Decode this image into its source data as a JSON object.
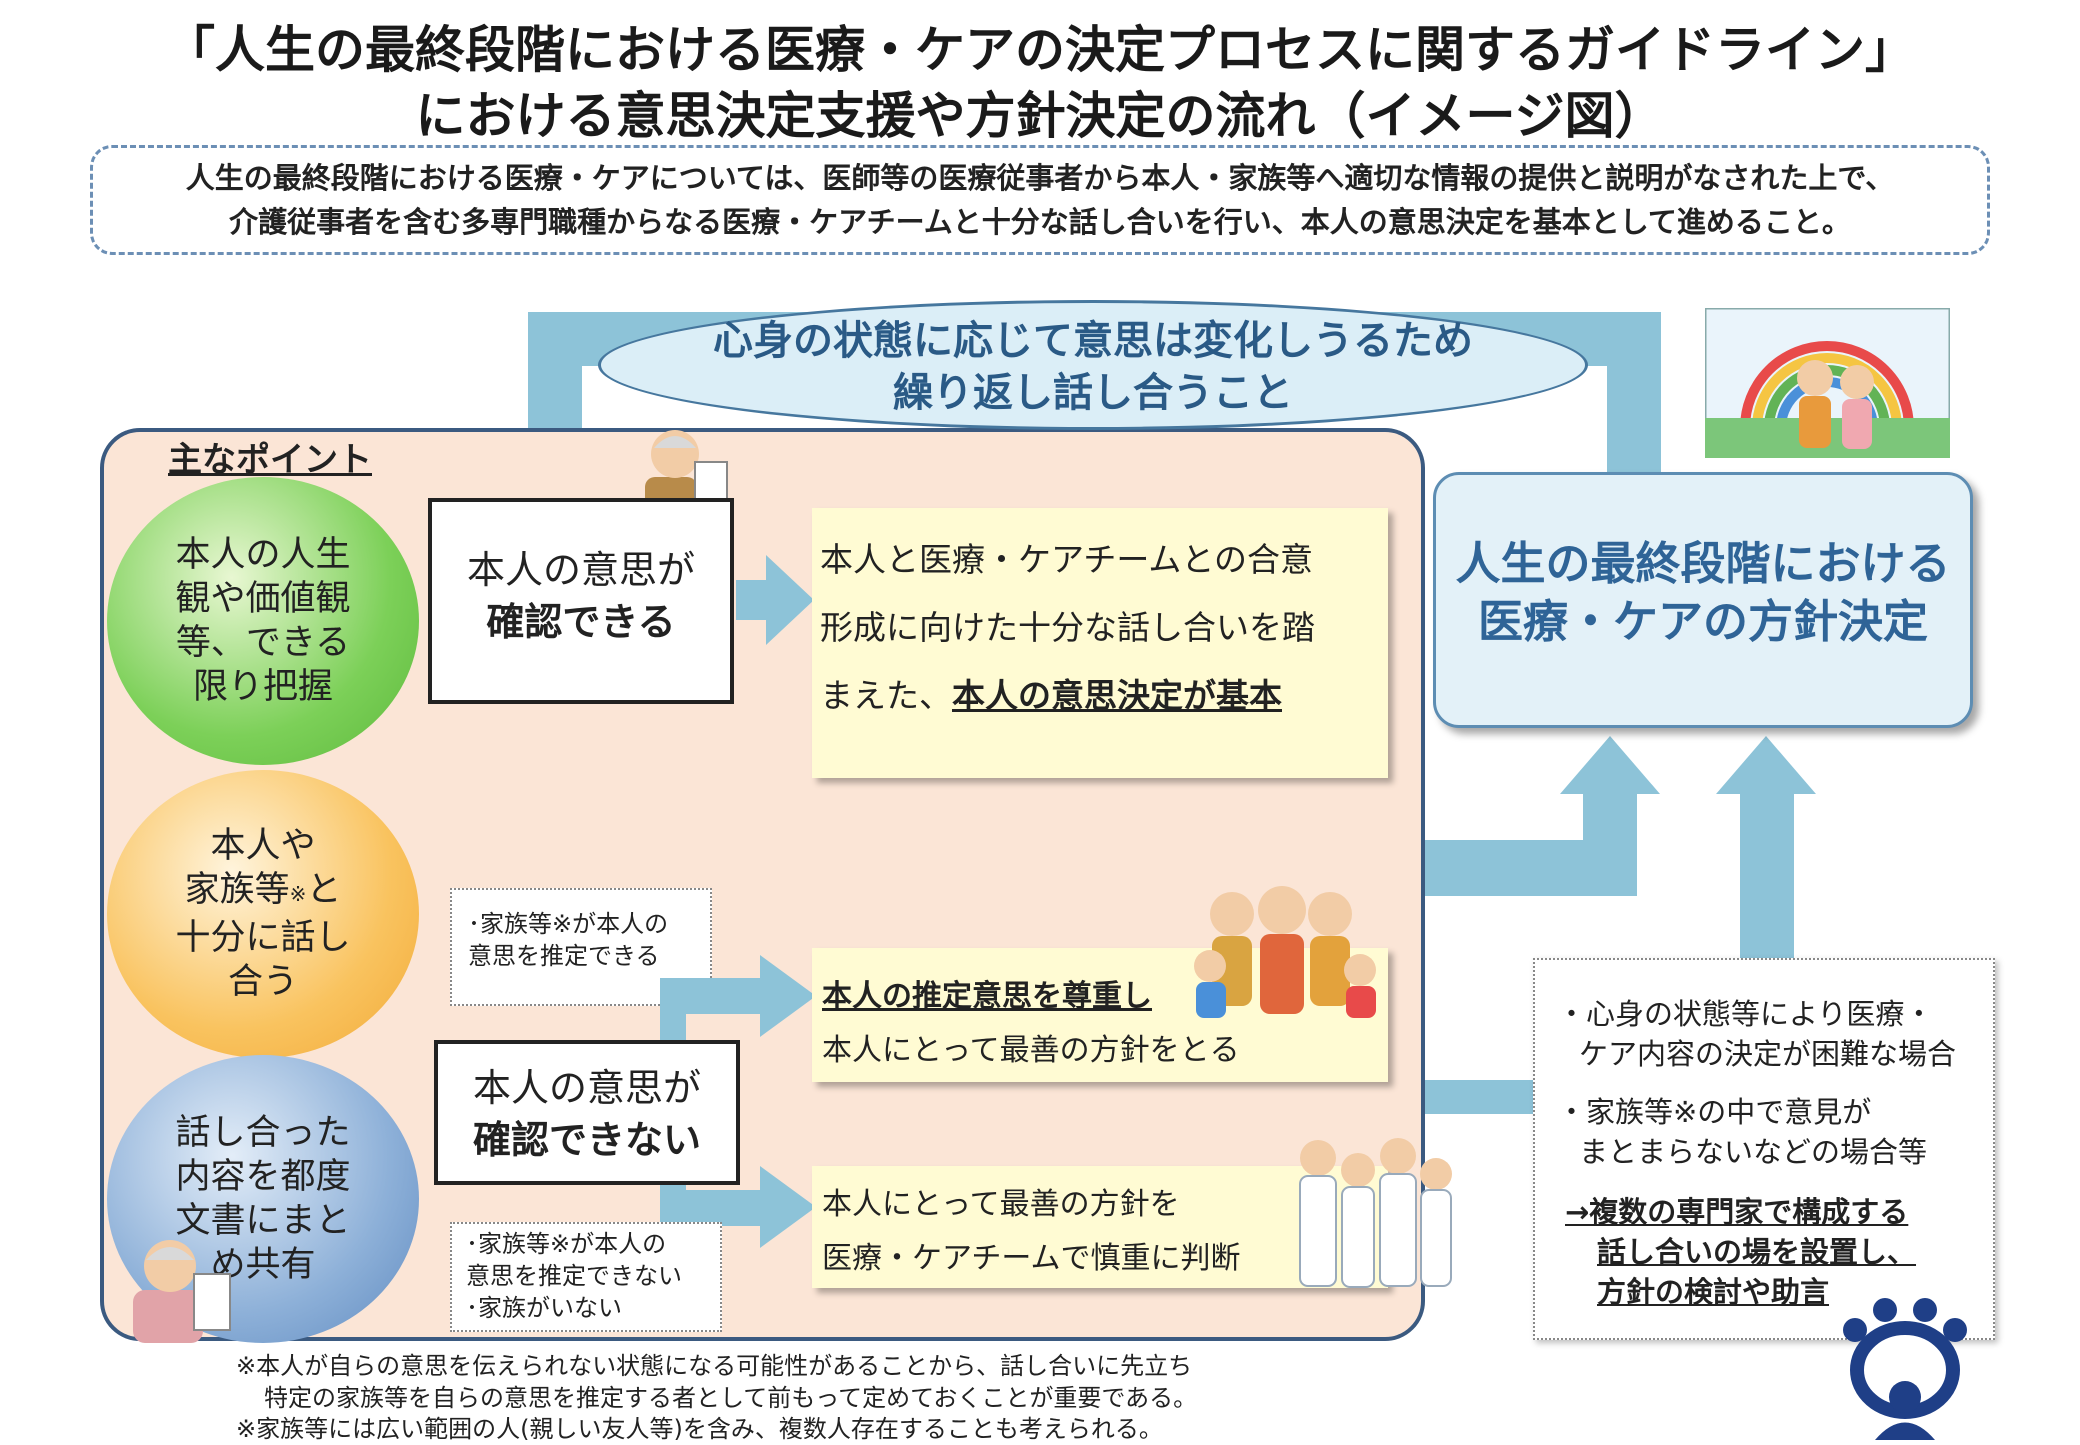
{
  "title": {
    "line1": "「人生の最終段階における医療・ケアの決定プロセスに関するガイドライン」",
    "line2": "における意思決定支援や方針決定の流れ（イメージ図）"
  },
  "summary": {
    "line1": "人生の最終段階における医療・ケアについては、医師等の医療従事者から本人・家族等へ適切な情報の提供と説明がなされた上で、",
    "line2": "介護従事者を含む多専門職種からなる医療・ケアチームと十分な話し合いを行い、本人の意思決定を基本として進めること。"
  },
  "cycle": {
    "line1": "心身の状態に応じて意思は変化しうるため",
    "line2": "繰り返し話し合うこと"
  },
  "points": {
    "heading": "主なポイント",
    "p1": [
      "本人の人生",
      "観や価値観",
      "等、できる",
      "限り把握"
    ],
    "p2": [
      "本人や",
      "家族等",
      "※",
      "と",
      "十分に話し",
      "合う"
    ],
    "p3": [
      "話し合った",
      "内容を都度",
      "文書にまと",
      "め共有"
    ]
  },
  "confirmable": {
    "line1": "本人の意思が",
    "line2": "確認できる"
  },
  "not_confirmable": {
    "line1": "本人の意思が",
    "line2": "確認できない"
  },
  "decision_basic": {
    "line1": "本人と医療・ケアチームとの合意",
    "line2": "形成に向けた十分な話し合いを踏",
    "line3_prefix": "まえた、",
    "line3_bold": "本人の意思決定が基本"
  },
  "note_can_estimate": [
    "･家族等※が本人の",
    "意思を推定できる"
  ],
  "note_cannot_estimate": [
    "･家族等※が本人の",
    "意思を推定できない",
    "･家族がいない"
  ],
  "presumed": {
    "line1": "本人の推定意思を尊重し",
    "line2": "本人にとって最善の方針をとる"
  },
  "best_policy": {
    "line1": "本人にとって最善の方針を",
    "line2": "医療・ケアチームで慎重に判断"
  },
  "final_decision": {
    "line1": "人生の最終段階における",
    "line2": "医療・ケアの方針決定"
  },
  "difficult_cases": {
    "b1_line1": "・心身の状態等により医療・",
    "b1_line2": "ケア内容の決定が困難な場合",
    "b2_line1": "・家族等※の中で意見が",
    "b2_line2": "まとまらないなどの場合等",
    "r_line1": "→複数の専門家で構成する",
    "r_line2": "話し合いの場を設置し、",
    "r_line3": "方針の検討や助言"
  },
  "footnotes": {
    "f1": "※本人が自らの意思を伝えられない状態になる可能性があることから、話し合いに先立ち",
    "f2": "特定の家族等を自らの意思を推定する者として前もって定めておくことが重要である。",
    "f3": "※家族等には広い範囲の人(親しい友人等)を含み、複数人存在することも考えられる。"
  },
  "colors": {
    "arrow": "#8dc3d8",
    "panel": "#fbe5d6",
    "panel_border": "#3b5a80",
    "accent_text": "#2f6497",
    "note_yellow": "#fffbd3"
  }
}
